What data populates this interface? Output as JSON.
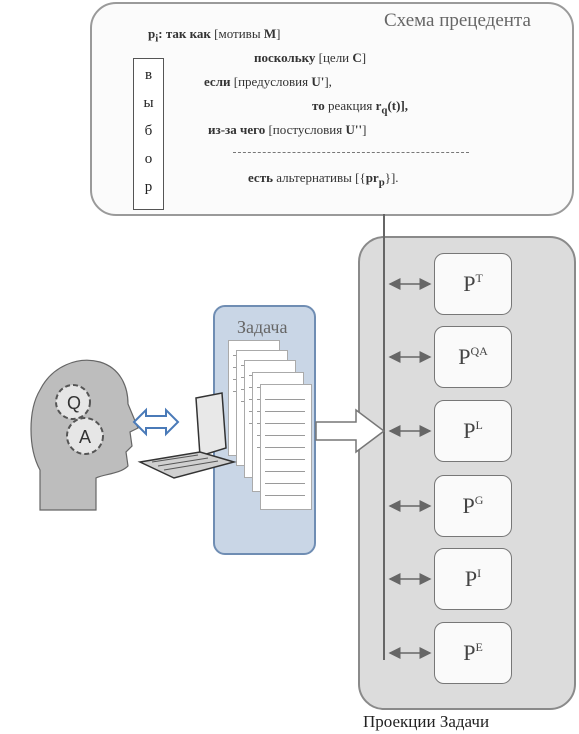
{
  "schema": {
    "title": "Схема прецедента",
    "choice_letters": [
      "в",
      "ы",
      "б",
      "о",
      "р"
    ],
    "line1": {
      "subject": "p",
      "subject_sub": "i",
      "keyword": ": так как",
      "rest": " [мотивы  ",
      "bold_end": "M",
      "close": "]"
    },
    "line2": {
      "keyword": "поскольку",
      "rest": "  [цели  ",
      "bold_end": "C",
      "close": "]"
    },
    "line3": {
      "keyword": "если",
      "rest": " [предусловия ",
      "bold_end": "U'",
      "close": "],"
    },
    "line4": {
      "keyword": "то",
      "rest": " реакция ",
      "bold_end": "r",
      "sub": "q",
      "close": "(t)],"
    },
    "line5": {
      "keyword": "из-за чего",
      "rest": " [постусловия ",
      "bold_end": "U''",
      "close": "]"
    },
    "line6": {
      "keyword": "есть",
      "rest": " альтернативы [{",
      "bold_end": "pr",
      "sub": "p",
      "close": "}]."
    }
  },
  "task": {
    "title": "Задача"
  },
  "projections": {
    "caption": "Проекции Задачи",
    "items": [
      {
        "base": "P",
        "sup": "T"
      },
      {
        "base": "P",
        "sup": "QA"
      },
      {
        "base": "P",
        "sup": "L"
      },
      {
        "base": "P",
        "sup": "G"
      },
      {
        "base": "P",
        "sup": "I"
      },
      {
        "base": "P",
        "sup": "E"
      }
    ]
  },
  "head": {
    "gear_top": "Q",
    "gear_bottom": "A"
  }
}
